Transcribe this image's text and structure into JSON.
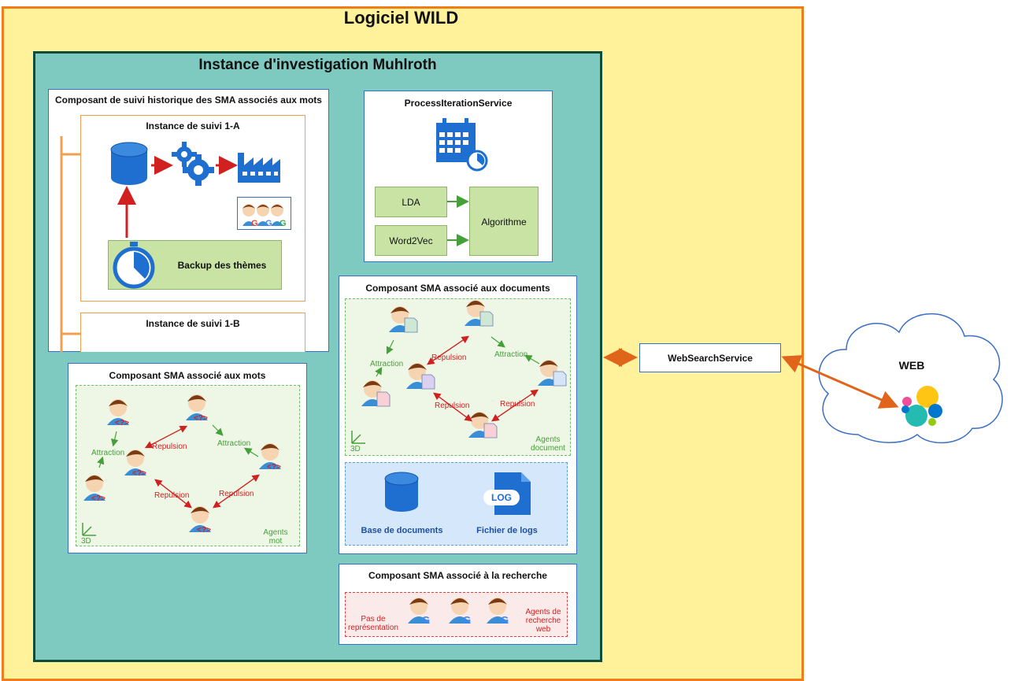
{
  "title": "Logiciel WILD",
  "instance_title": "Instance d'investigation Muhlroth",
  "suivi": {
    "title": "Composant de suivi historique des SMA associés aux mots",
    "instance_a": "Instance de suivi 1-A",
    "backup": "Backup des thèmes",
    "instance_b": "Instance de suivi 1-B"
  },
  "process": {
    "title": "ProcessIterationService",
    "lda": "LDA",
    "word2vec": "Word2Vec",
    "algo": "Algorithme"
  },
  "sma_mots": {
    "title": "Composant SMA associé aux mots",
    "attraction1": "Attraction",
    "attraction2": "Attraction",
    "repulsion1": "Repulsion",
    "repulsion2": "Repulsion",
    "repulsion3": "Repulsion",
    "agents_line1": "Agents",
    "agents_line2": "mot",
    "label_3d": "3D"
  },
  "sma_docs": {
    "title": "Composant SMA associé aux documents",
    "attraction1": "Attraction",
    "attraction2": "Attraction",
    "repulsion1": "Repulsion",
    "repulsion2": "Repulsion",
    "repulsion3": "Repulsion",
    "agents_line1": "Agents",
    "agents_line2": "document",
    "label_3d": "3D",
    "base": "Base de documents",
    "logs": "Fichier de logs",
    "log_badge": "LOG"
  },
  "sma_recherche": {
    "title": "Composant SMA associé à la recherche",
    "pas_line1": "Pas de",
    "pas_line2": "représentation",
    "agents_line1": "Agents de",
    "agents_line2": "recherche",
    "agents_line3": "web"
  },
  "websearch": "WebSearchService",
  "web": "WEB",
  "colors": {
    "outer_bg": "#fff29b",
    "outer_border": "#f07d1a",
    "instance_bg": "#7ecac1",
    "instance_border": "#0d4d3a",
    "arrow_red": "#d12020",
    "arrow_green": "#45a03a",
    "arrow_orange": "#e0651a"
  },
  "icons": [
    "database-icon",
    "gears-icon",
    "factory-icon",
    "stopwatch-icon",
    "calendar-icon",
    "agent-icon",
    "document-icon",
    "log-file-icon",
    "cloud-icon",
    "elastic-logo-icon"
  ]
}
